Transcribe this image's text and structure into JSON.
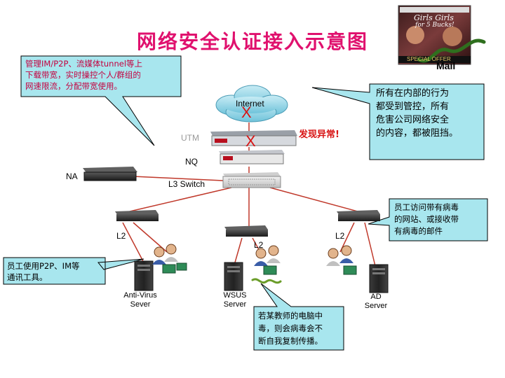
{
  "title": "网络安全认证接入示意图",
  "nodes": {
    "internet": "Internet",
    "mail": "Mail",
    "utm": "UTM",
    "nq": "NQ",
    "na": "NA",
    "l3_switch": "L3 Switch",
    "l2_left": "L2",
    "l2_center": "L2",
    "l2_right": "L2",
    "anti_virus": "Anti-Virus\nSever",
    "wsus": "WSUS\nServer",
    "ad": "AD\nServer"
  },
  "marks": {
    "block_x": "X",
    "alert": "发现异常!"
  },
  "callouts": {
    "top_left": "管理IM/P2P、流媒体tunnel等上\n下载带宽，实时操控个人/群组的\n网速限流，分配带宽使用。",
    "top_right": "所有在内部的行为\n都受到管控，所有\n危害公司网络安全\n的内容，都被阻挡。",
    "right": "员工访问带有病毒\n的网站、或接收带\n有病毒的邮件",
    "left": "员工使用P2P、IM等\n通讯工具。",
    "bottom": "若某教师的电脑中\n毒，则会病毒会不\n断自我复制传播。"
  },
  "ad_banner": {
    "line1": "Girls Girls",
    "line2": "for 5 Bucks!",
    "tag": "SPECIAL OFFER"
  },
  "colors": {
    "title": "#e0116e",
    "alert": "#d81414",
    "callout_fill": "#a8e6ee",
    "callout_stroke": "#000000",
    "link": "#c0392b"
  }
}
